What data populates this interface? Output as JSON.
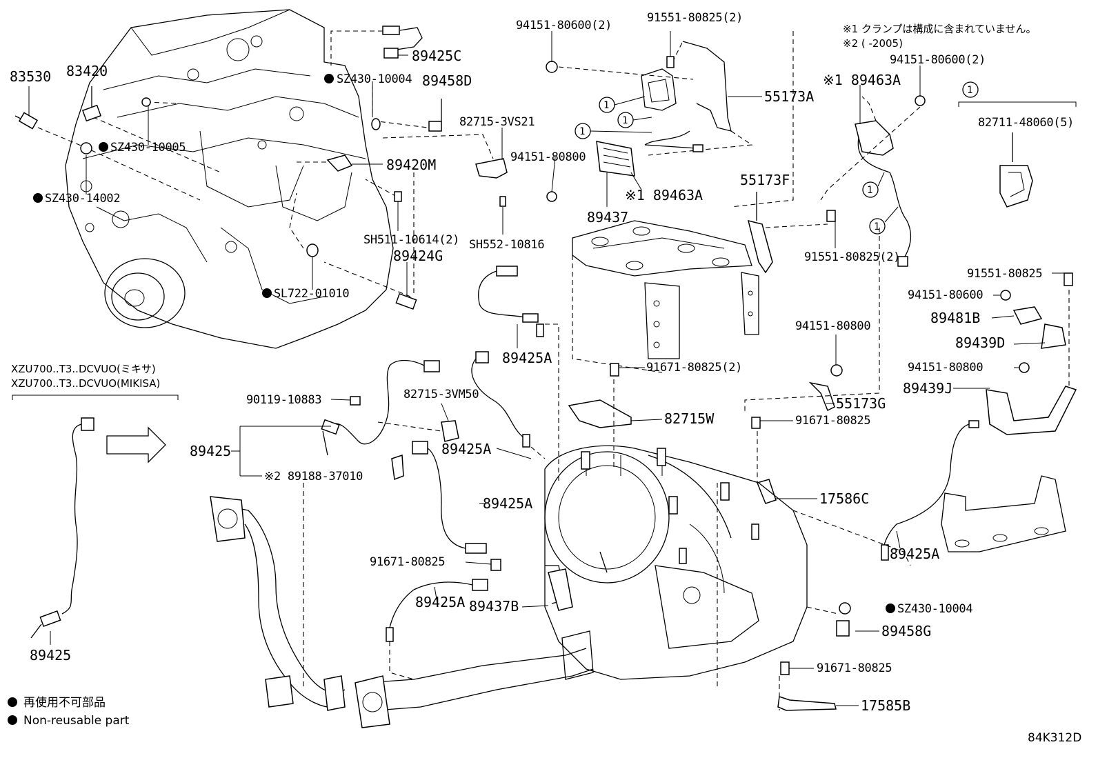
{
  "labels": {
    "p83530": "83530",
    "p83420": "83420",
    "p89425C": "89425C",
    "pSZ430_10004_top": "SZ430-10004",
    "p89458D": "89458D",
    "pSZ430_10005": "SZ430-10005",
    "pSZ430_14002": "SZ430-14002",
    "p89420M": "89420M",
    "pSH511": "SH511-10614(2)",
    "p89424G": "89424G",
    "pSH552": "SH552-10816",
    "pSL722": "SL722-01010",
    "p82715_3VS21": "82715-3VS21",
    "p94151_80600_2a": "94151-80600(2)",
    "p91551_80825_2a": "91551-80825(2)",
    "p55173A": "55173A",
    "p94151_80800a": "94151-80800",
    "p89463A_a": "※1 89463A",
    "p89437": "89437",
    "p89463A_b": "※1 89463A",
    "p94151_80600_2b": "94151-80600(2)",
    "p55173F": "55173F",
    "p91551_80825_2b": "91551-80825(2)",
    "p82711": "82711-48060(5)",
    "p91551_80825": "91551-80825",
    "p94151_80600": "94151-80600",
    "p89481B": "89481B",
    "p89439D": "89439D",
    "p94151_80800b": "94151-80800",
    "p89439J": "89439J",
    "p94151_80800c": "94151-80800",
    "p55173G": "55173G",
    "p91671_80825_2": "91671-80825(2)",
    "p82715W": "82715W",
    "p91671_80825a": "91671-80825",
    "p17586C": "17586C",
    "p89425A_1": "89425A",
    "p89425A_2": "89425A",
    "p89425A_3": "89425A",
    "p89425A_4": "89425A",
    "p89425A_5": "89425A",
    "p82715_3VM50": "82715-3VM50",
    "p90119": "90119-10883",
    "p89425": "89425",
    "p89188": "※2 89188-37010",
    "p91671_80825b": "91671-80825",
    "p89437B": "89437B",
    "pSZ430_10004_bot": "SZ430-10004",
    "p89458G": "89458G",
    "p91671_80825c": "91671-80825",
    "p17585B": "17585B",
    "p89425_left": "89425"
  },
  "notes": {
    "note1": "※1 クランプは構成に含まれていません。",
    "note2": "※2 (        -2005)",
    "variant_jp": "XZU700..T3..DCVUO(ミキサ)",
    "variant_en": "XZU700..T3..DCVUO(MIKISA)",
    "legend_jp": "再使用不可部品",
    "legend_en": "Non-reusable part",
    "ref_code": "84K312D"
  },
  "callouts": {
    "circle": "1"
  }
}
